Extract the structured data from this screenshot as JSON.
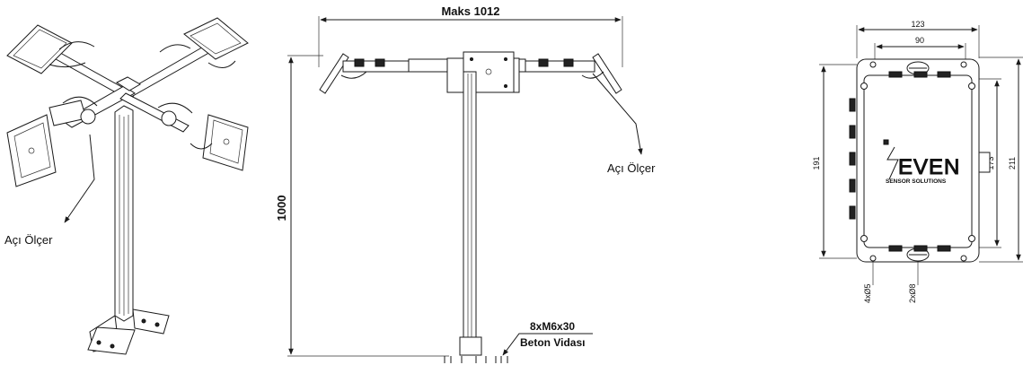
{
  "left_view": {
    "angle_sensor_label": "Açı Ölçer"
  },
  "front_view": {
    "width_dimension": "Maks 1012",
    "height_dimension": "1000",
    "angle_sensor_label": "Açı Ölçer",
    "bolt_spec": "8xM6x30",
    "bolt_desc": "Beton Vidası"
  },
  "box_view": {
    "outer_width": "123",
    "inner_width": "90",
    "outer_height": "211",
    "inner_height": "173",
    "left_height": "191",
    "hole_small": "4xØ5",
    "hole_large": "2xØ8",
    "brand_name": "EVEN",
    "brand_tagline": "SENSOR SOLUTIONS"
  },
  "colors": {
    "line": "#1a1a1a",
    "background": "#ffffff"
  }
}
